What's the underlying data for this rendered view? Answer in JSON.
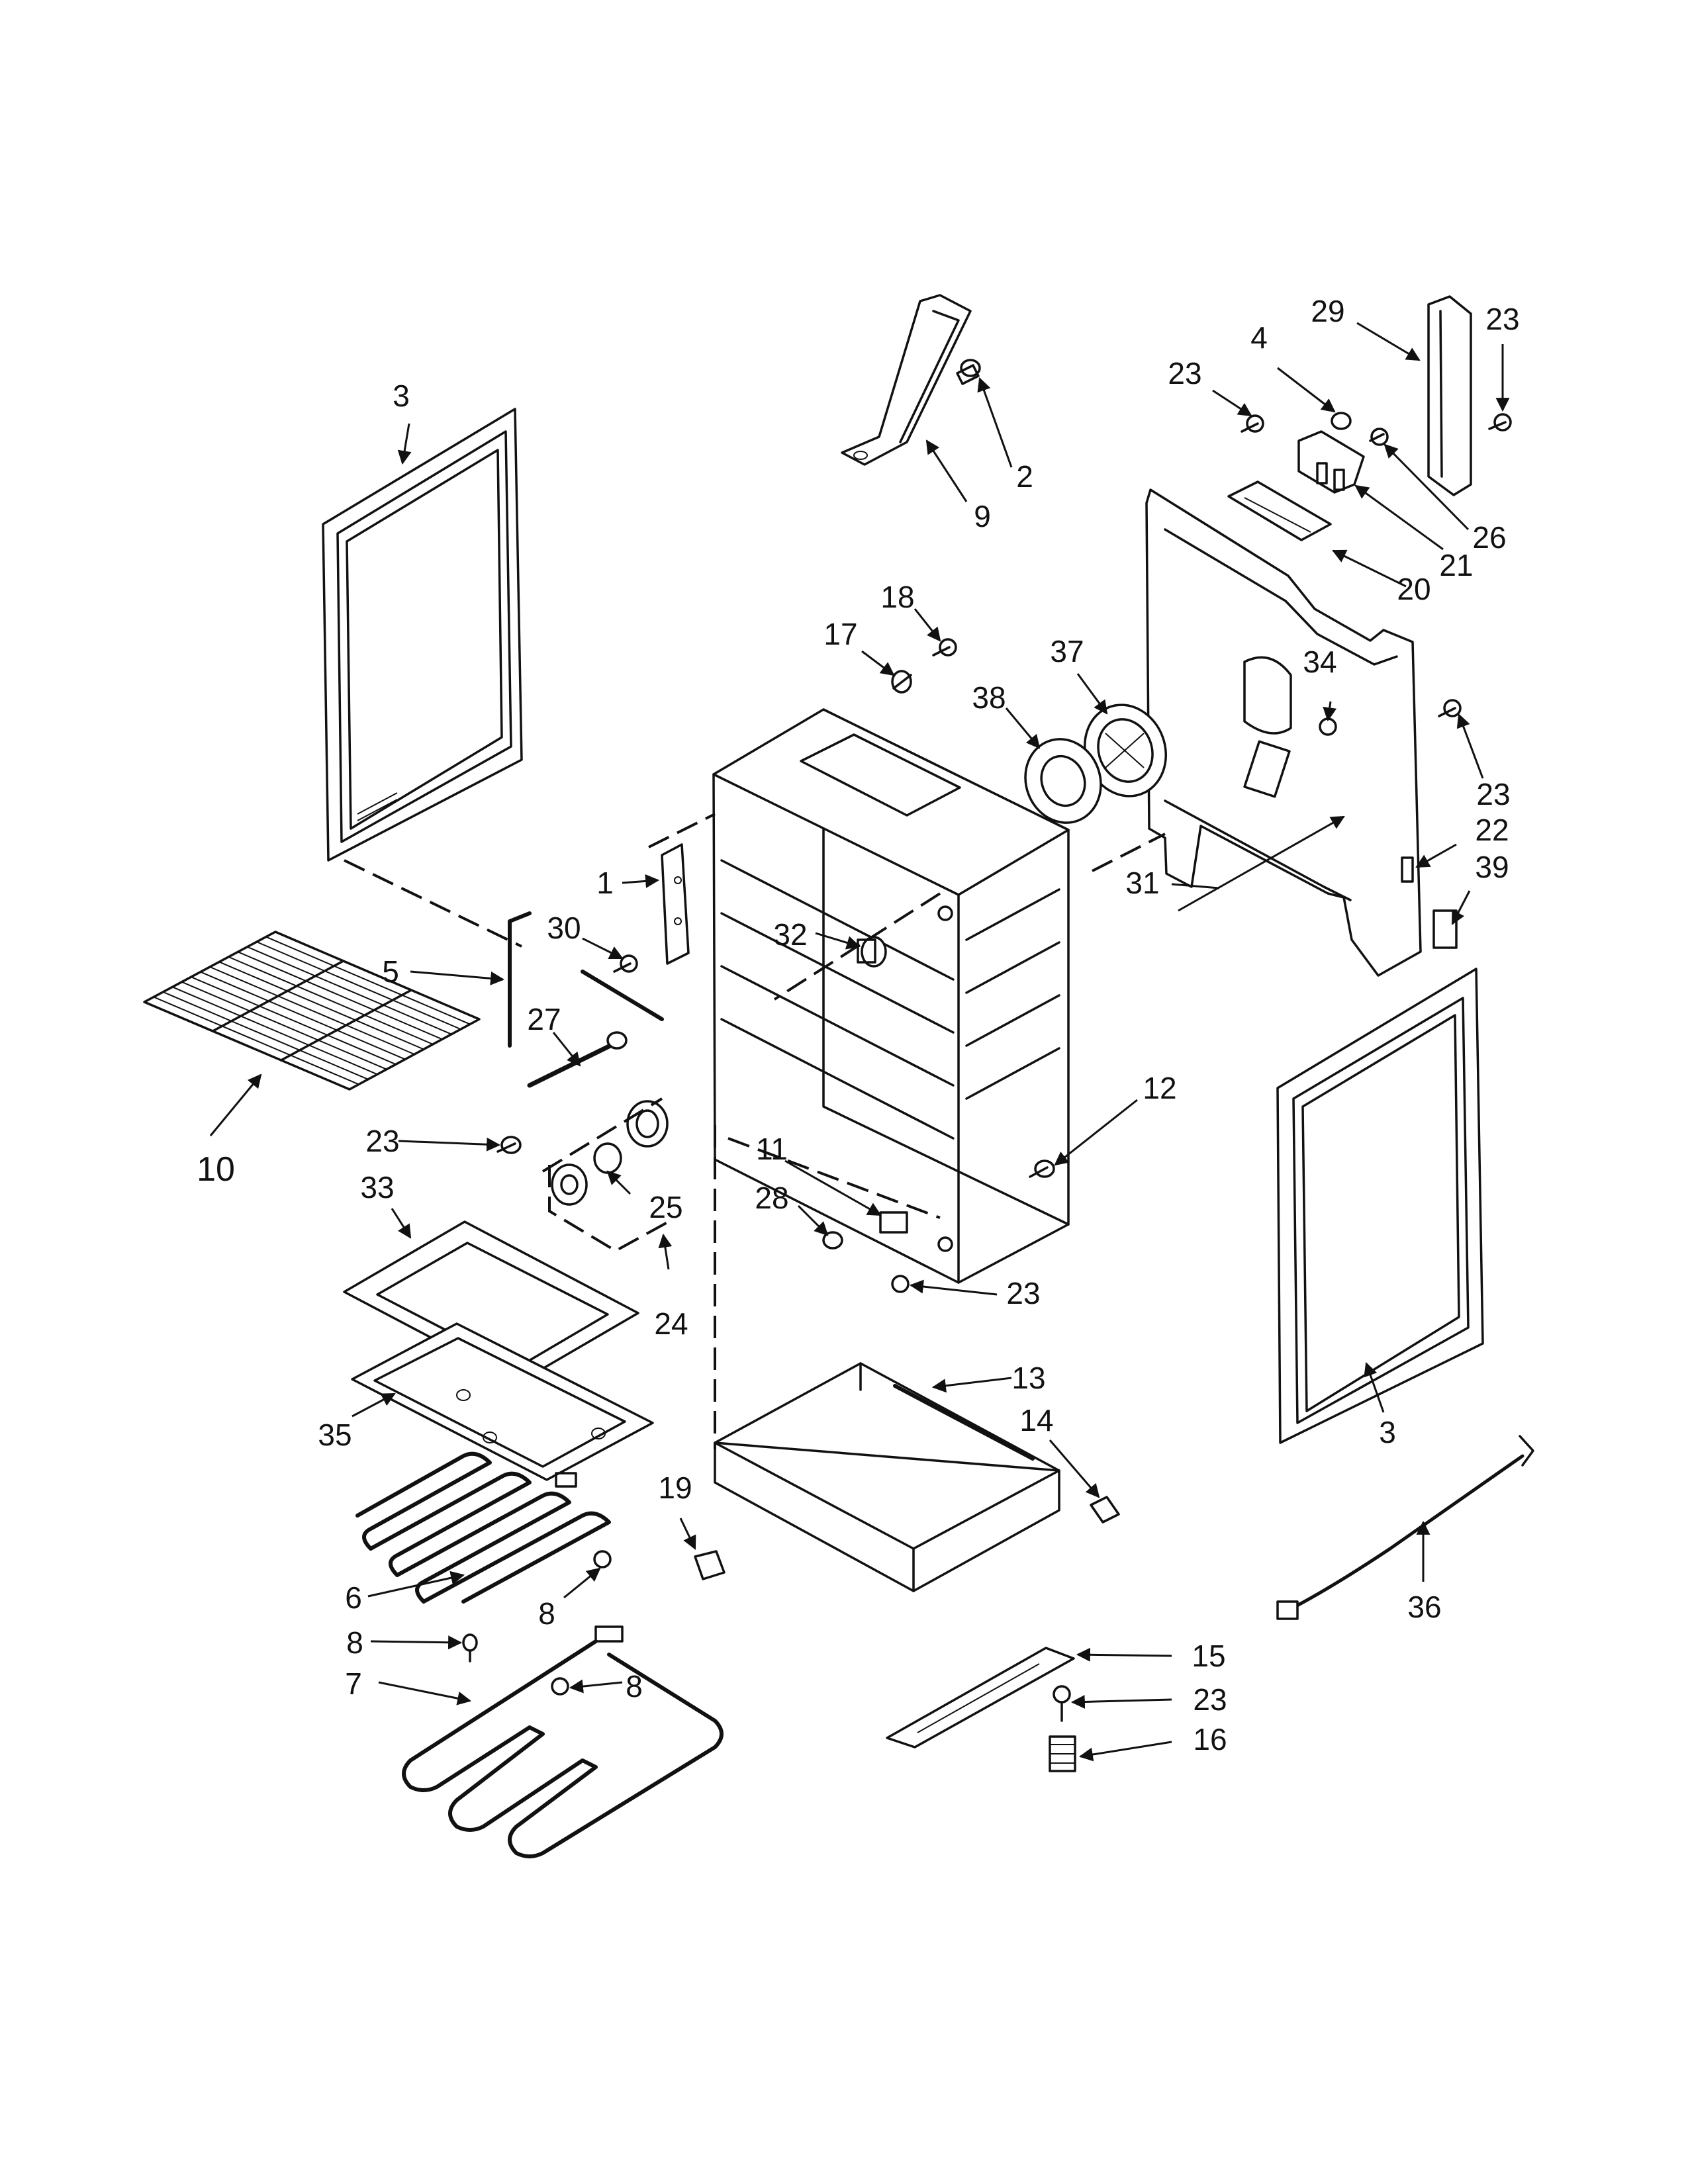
{
  "diagram": {
    "callouts": [
      {
        "id": "c1",
        "label": "1"
      },
      {
        "id": "c2",
        "label": "2"
      },
      {
        "id": "c3a",
        "label": "3"
      },
      {
        "id": "c3b",
        "label": "3"
      },
      {
        "id": "c4",
        "label": "4"
      },
      {
        "id": "c5",
        "label": "5"
      },
      {
        "id": "c6",
        "label": "6"
      },
      {
        "id": "c7",
        "label": "7"
      },
      {
        "id": "c8a",
        "label": "8"
      },
      {
        "id": "c8b",
        "label": "8"
      },
      {
        "id": "c8c",
        "label": "8"
      },
      {
        "id": "c9",
        "label": "9"
      },
      {
        "id": "c10",
        "label": "10"
      },
      {
        "id": "c11",
        "label": "11"
      },
      {
        "id": "c12",
        "label": "12"
      },
      {
        "id": "c13",
        "label": "13"
      },
      {
        "id": "c14",
        "label": "14"
      },
      {
        "id": "c15",
        "label": "15"
      },
      {
        "id": "c16",
        "label": "16"
      },
      {
        "id": "c17",
        "label": "17"
      },
      {
        "id": "c18",
        "label": "18"
      },
      {
        "id": "c19",
        "label": "19"
      },
      {
        "id": "c20",
        "label": "20"
      },
      {
        "id": "c21",
        "label": "21"
      },
      {
        "id": "c22",
        "label": "22"
      },
      {
        "id": "c23a",
        "label": "23"
      },
      {
        "id": "c23b",
        "label": "23"
      },
      {
        "id": "c23c",
        "label": "23"
      },
      {
        "id": "c23d",
        "label": "23"
      },
      {
        "id": "c23e",
        "label": "23"
      },
      {
        "id": "c23f",
        "label": "23"
      },
      {
        "id": "c24",
        "label": "24"
      },
      {
        "id": "c25",
        "label": "25"
      },
      {
        "id": "c26",
        "label": "26"
      },
      {
        "id": "c27",
        "label": "27"
      },
      {
        "id": "c28",
        "label": "28"
      },
      {
        "id": "c29",
        "label": "29"
      },
      {
        "id": "c30",
        "label": "30"
      },
      {
        "id": "c31",
        "label": "31"
      },
      {
        "id": "c32",
        "label": "32"
      },
      {
        "id": "c33",
        "label": "33"
      },
      {
        "id": "c34",
        "label": "34"
      },
      {
        "id": "c35",
        "label": "35"
      },
      {
        "id": "c36",
        "label": "36"
      },
      {
        "id": "c37",
        "label": "37"
      },
      {
        "id": "c38",
        "label": "38"
      },
      {
        "id": "c39",
        "label": "39"
      }
    ]
  }
}
